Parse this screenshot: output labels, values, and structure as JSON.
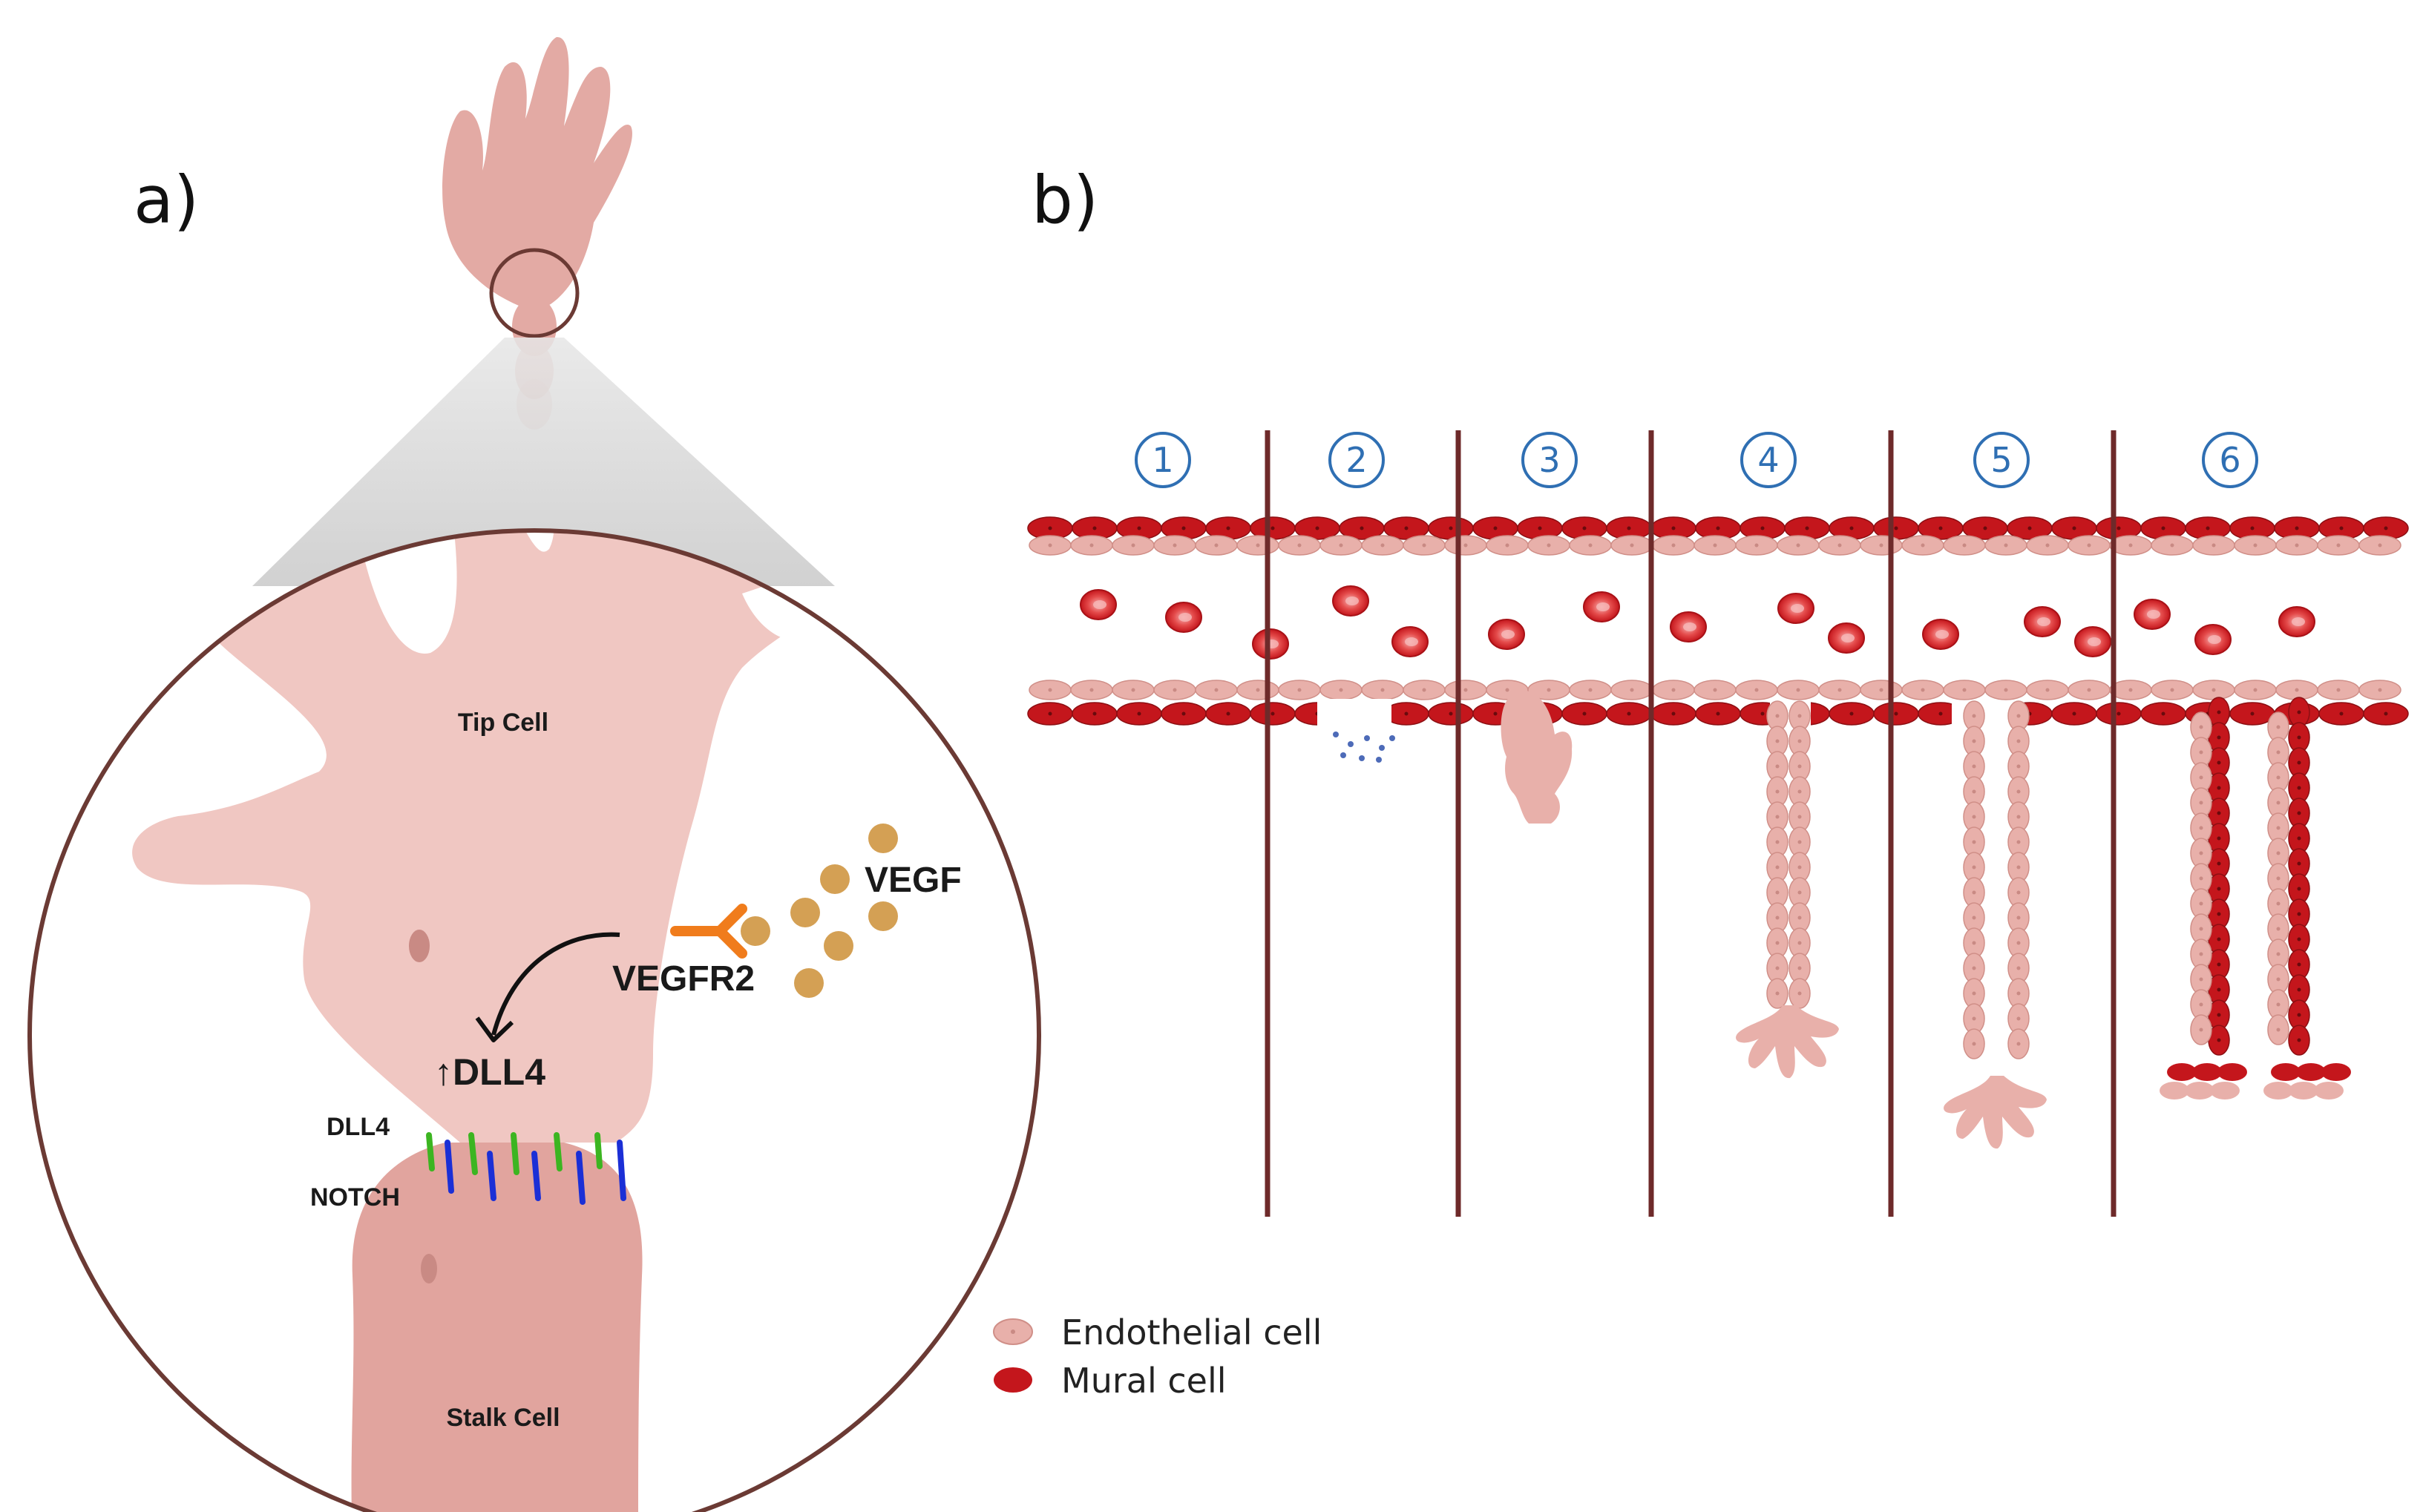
{
  "panel_a": {
    "label": "a)",
    "tip_cell": "Tip Cell",
    "stalk_cell": "Stalk Cell",
    "vegf": "VEGF",
    "vegfr2": "VEGFR2",
    "dll4_up": "↑DLL4",
    "dll4": "DLL4",
    "notch": "NOTCH"
  },
  "panel_b": {
    "label": "b)",
    "steps": [
      "1",
      "2",
      "3",
      "4",
      "5",
      "6"
    ]
  },
  "legend": {
    "endothelial": "Endothelial cell",
    "mural": "Mural cell"
  },
  "colors": {
    "endothelial": "#e8b0aa",
    "mural": "#c4161c",
    "tissue": "#e3aaa4",
    "divider": "#6e2a2a",
    "dll4_bar": "#3cb521",
    "notch_bar": "#1b2fd6",
    "vegf": "#d4a054",
    "vegfr2": "#f07c1c",
    "step_circle": "#2f6fb3"
  }
}
